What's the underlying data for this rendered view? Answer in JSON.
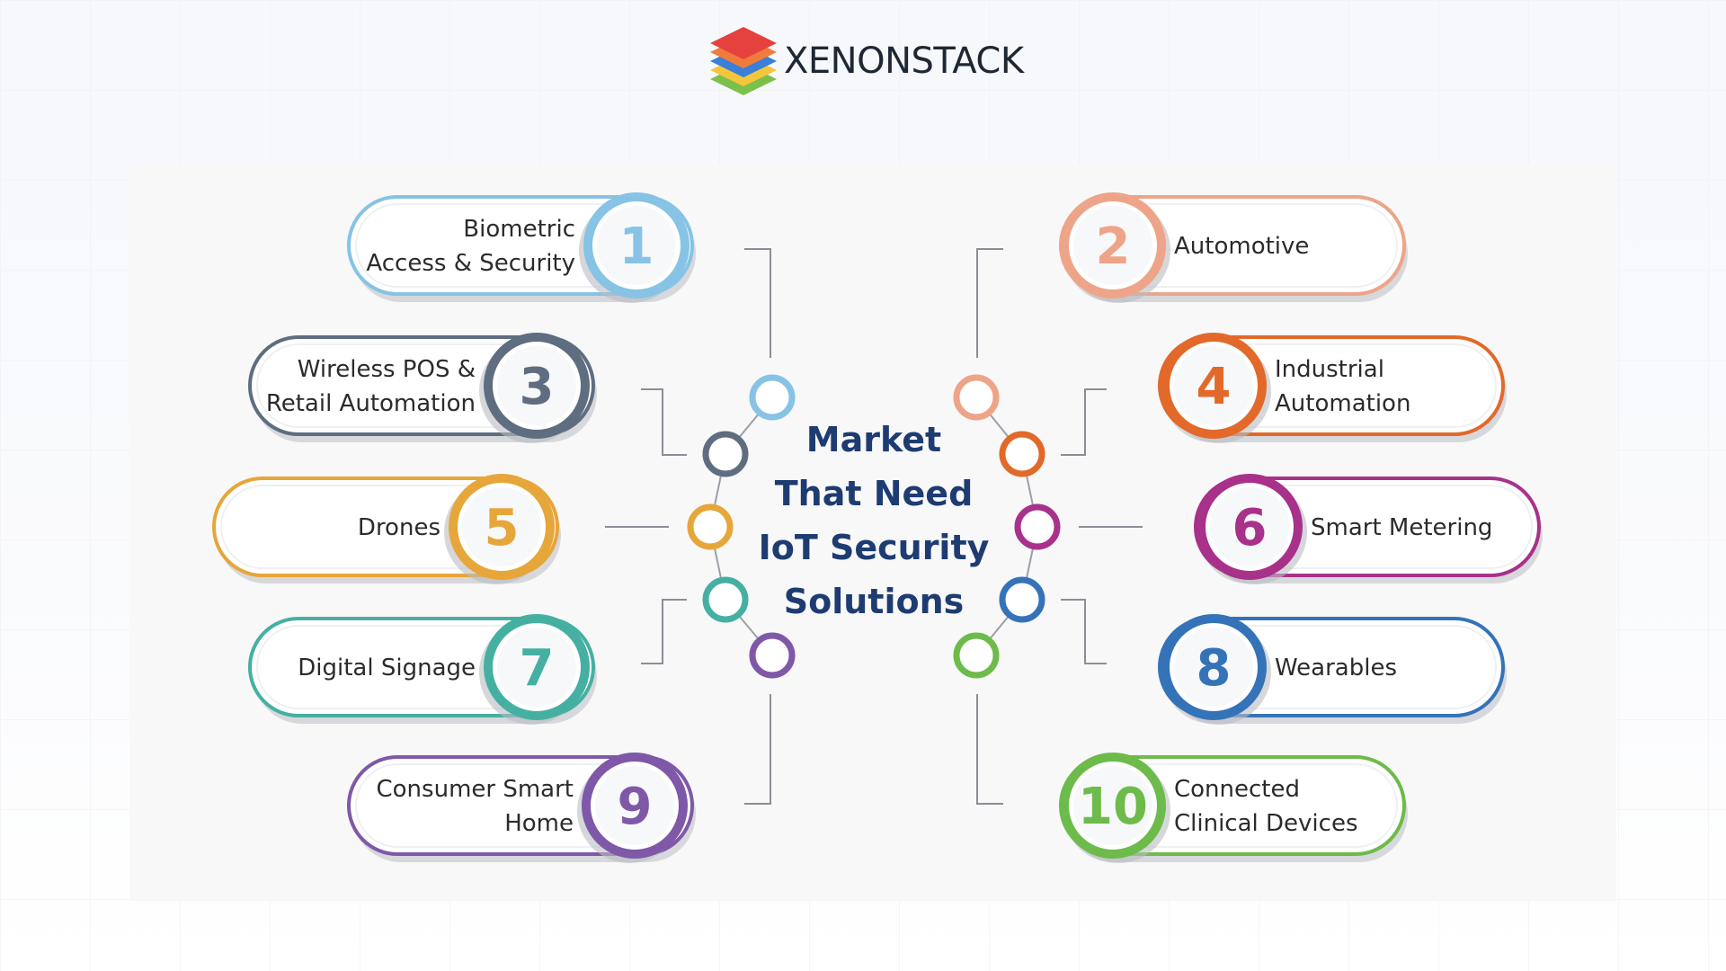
{
  "brand": {
    "name": "XENONSTACK",
    "layer_colors": [
      "#e5413f",
      "#f07b3a",
      "#3a7fd8",
      "#f3c63b",
      "#7cc04b"
    ]
  },
  "center": {
    "lines": [
      "Market",
      "That Need",
      "IoT Security",
      "Solutions"
    ],
    "color": "#1e3c72"
  },
  "items": [
    {
      "number": "1",
      "lines": [
        "Biometric",
        "Access & Security"
      ],
      "color": "#86c3e5"
    },
    {
      "number": "2",
      "lines": [
        "Automotive"
      ],
      "color": "#eea489"
    },
    {
      "number": "3",
      "lines": [
        "Wireless POS &",
        "Retail Automation"
      ],
      "color": "#5f6d80"
    },
    {
      "number": "4",
      "lines": [
        "Industrial",
        "Automation"
      ],
      "color": "#e2692a"
    },
    {
      "number": "5",
      "lines": [
        "Drones"
      ],
      "color": "#e6a63a"
    },
    {
      "number": "6",
      "lines": [
        "Smart Metering"
      ],
      "color": "#a8318a"
    },
    {
      "number": "7",
      "lines": [
        "Digital Signage"
      ],
      "color": "#45b0a2"
    },
    {
      "number": "8",
      "lines": [
        "Wearables"
      ],
      "color": "#3573b8"
    },
    {
      "number": "9",
      "lines": [
        "Consumer Smart",
        "Home"
      ],
      "color": "#7f58a8"
    },
    {
      "number": "10",
      "lines": [
        "Connected",
        "Clinical Devices"
      ],
      "color": "#6dbb4a"
    }
  ]
}
